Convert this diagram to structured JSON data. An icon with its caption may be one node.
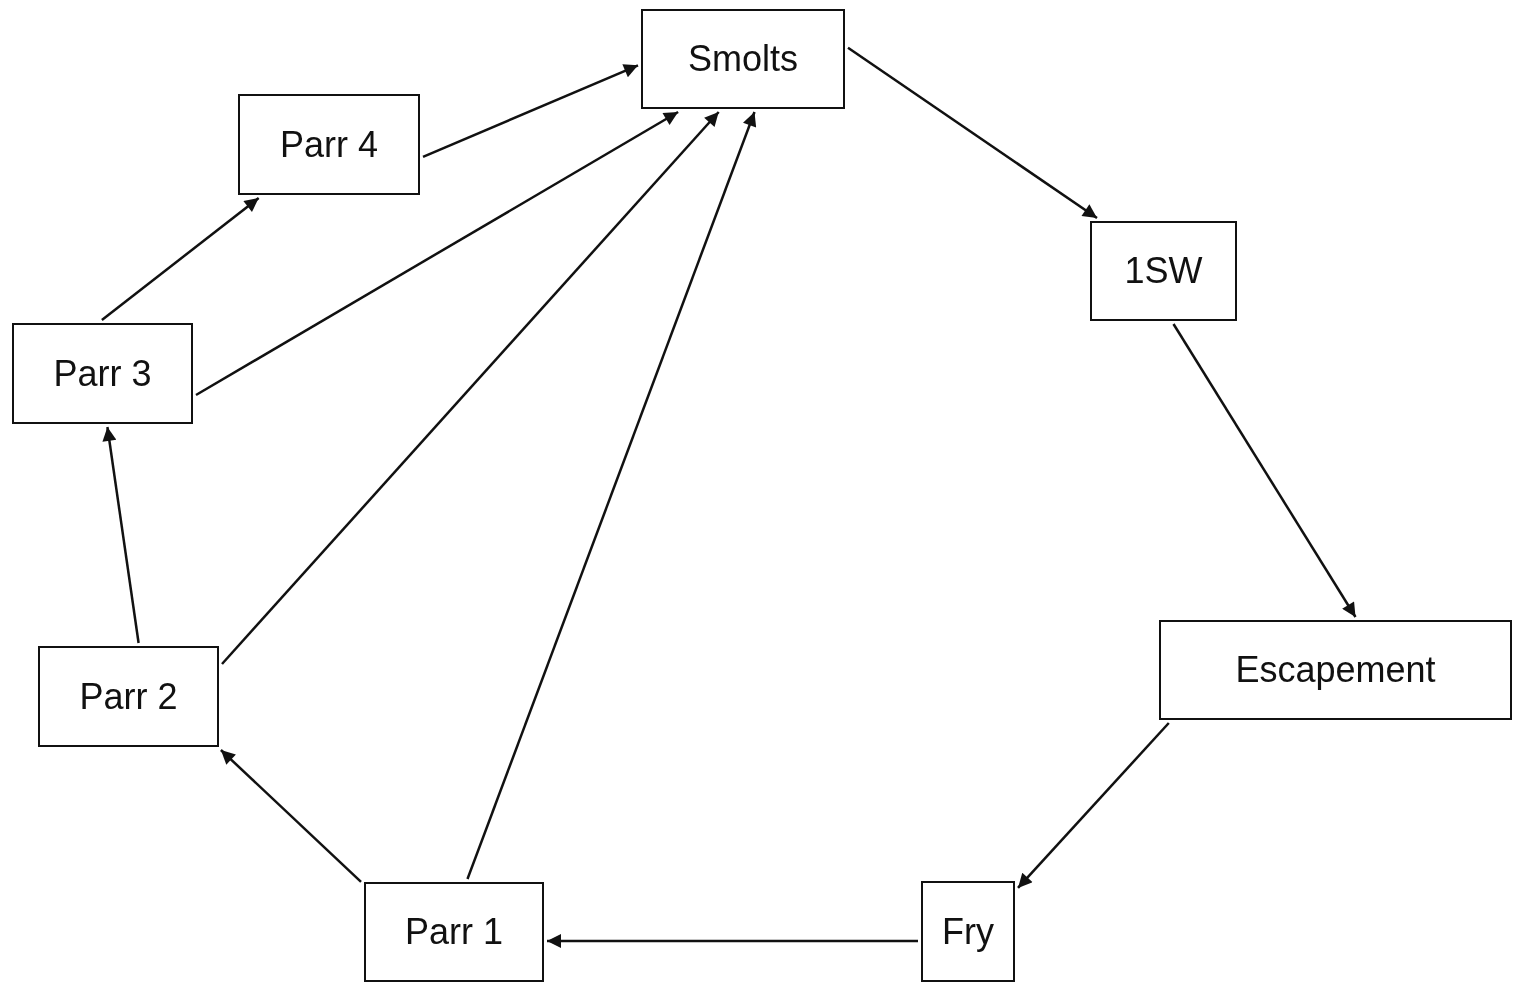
{
  "diagram": {
    "nodes": [
      {
        "text": [
          "Smolts"
        ]
      },
      {
        "text": [
          "Parr 4"
        ]
      },
      {
        "text": [
          "Parr 3"
        ]
      },
      {
        "text": [
          "Parr 2"
        ]
      },
      {
        "text": [
          "Parr 1"
        ]
      },
      {
        "text": [
          "Fry"
        ]
      },
      {
        "text": [
          "1SW"
        ]
      },
      {
        "text": [
          "Escapement"
        ]
      }
    ],
    "edges": [
      {
        "from": 1,
        "to": 0,
        "arrow": "to"
      },
      {
        "from": 2,
        "to": 0,
        "arrow": "to"
      },
      {
        "from": 3,
        "to": 0,
        "arrow": "to"
      },
      {
        "from": 4,
        "to": 0,
        "arrow": "to"
      },
      {
        "from": 0,
        "to": 6,
        "arrow": "to"
      },
      {
        "from": 6,
        "to": 7,
        "arrow": "to"
      },
      {
        "from": 7,
        "to": 5,
        "arrow": "to"
      },
      {
        "from": 5,
        "to": 4,
        "arrow": "to"
      },
      {
        "from": 4,
        "to": 3,
        "arrow": "to"
      },
      {
        "from": 3,
        "to": 2,
        "arrow": "to"
      },
      {
        "from": 2,
        "to": 1,
        "arrow": "to"
      }
    ]
  }
}
